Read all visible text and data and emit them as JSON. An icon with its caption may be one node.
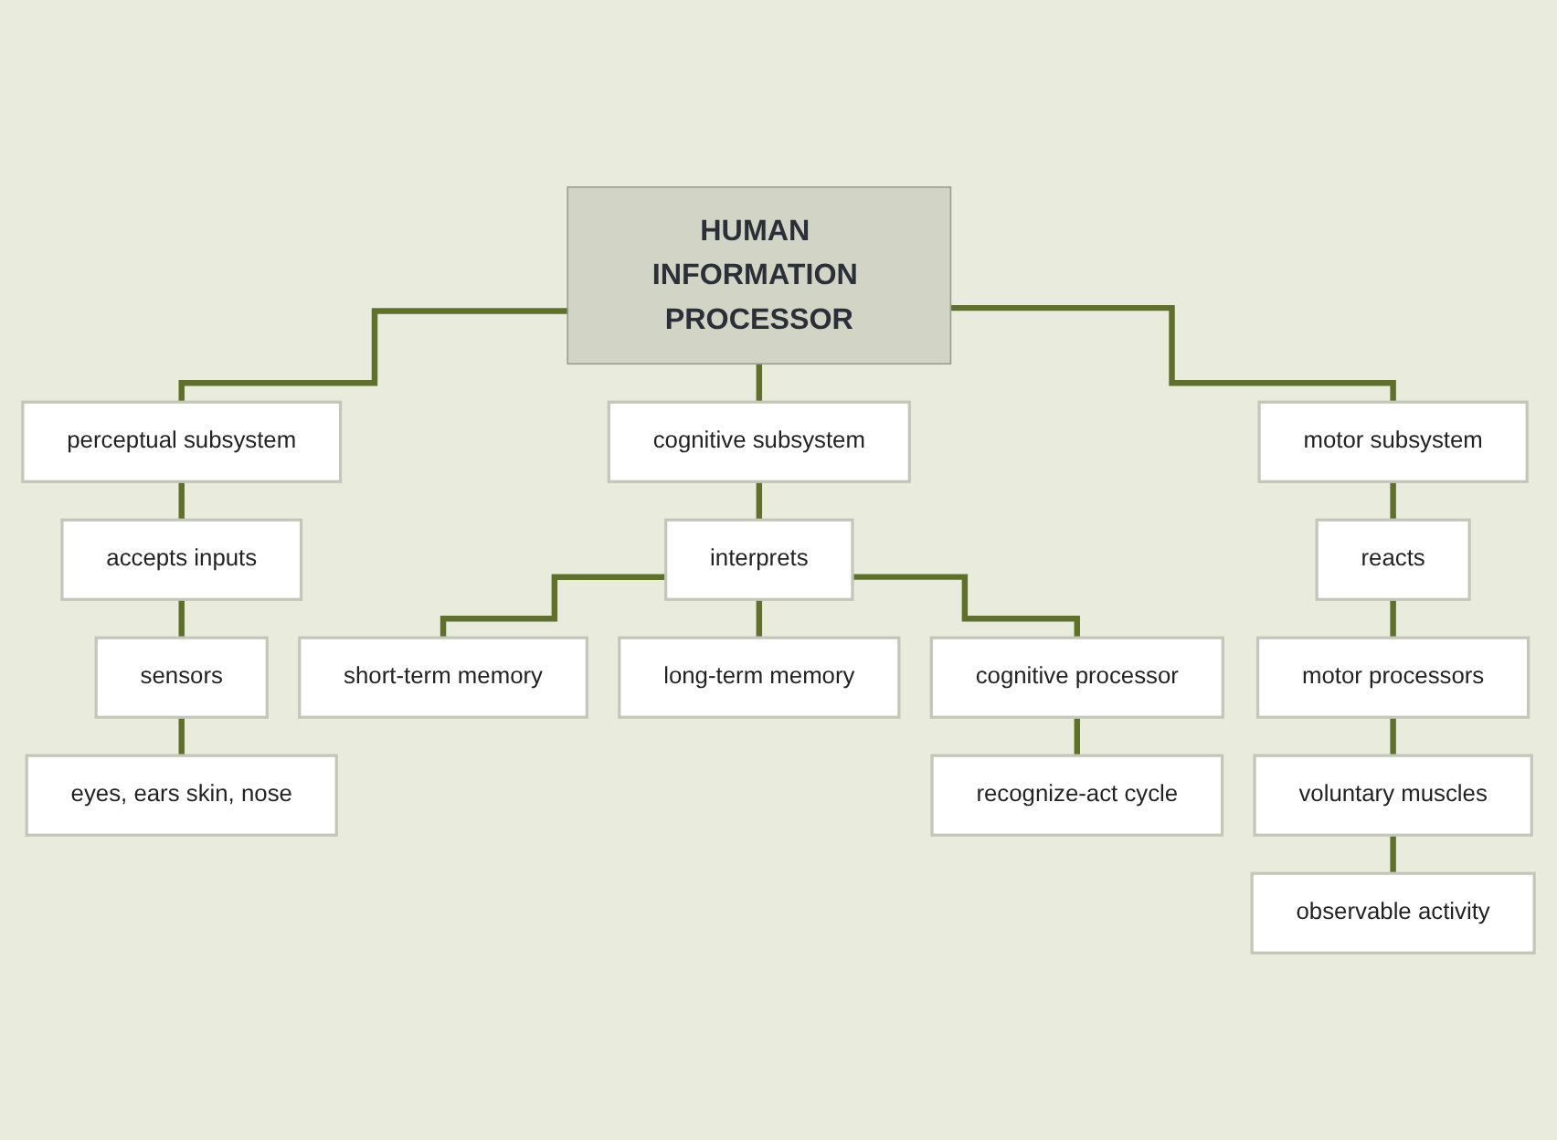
{
  "diagram": {
    "nodes": [
      {
        "text": [
          "HUMAN INFORMATION PROCESSOR"
        ]
      },
      {
        "text": [
          "perceptual subsystem"
        ]
      },
      {
        "text": [
          "cognitive subsystem"
        ]
      },
      {
        "text": [
          "motor subsystem"
        ]
      },
      {
        "text": [
          "accepts inputs"
        ]
      },
      {
        "text": [
          "sensors"
        ]
      },
      {
        "text": [
          "eyes, ears skin, nose"
        ]
      },
      {
        "text": [
          "interprets"
        ]
      },
      {
        "text": [
          "short-term memory"
        ]
      },
      {
        "text": [
          "long-term memory"
        ]
      },
      {
        "text": [
          "cognitive processor"
        ]
      },
      {
        "text": [
          "recognize-act cycle"
        ]
      },
      {
        "text": [
          "reacts"
        ]
      },
      {
        "text": [
          "motor processors"
        ]
      },
      {
        "text": [
          "voluntary muscles"
        ]
      },
      {
        "text": [
          "observable activity"
        ]
      }
    ],
    "edges": [
      {
        "from": 0,
        "to": 1,
        "arrow": "none"
      },
      {
        "from": 0,
        "to": 2,
        "arrow": "none"
      },
      {
        "from": 0,
        "to": 3,
        "arrow": "none"
      },
      {
        "from": 1,
        "to": 4,
        "arrow": "none"
      },
      {
        "from": 4,
        "to": 5,
        "arrow": "none"
      },
      {
        "from": 5,
        "to": 6,
        "arrow": "none"
      },
      {
        "from": 2,
        "to": 7,
        "arrow": "none"
      },
      {
        "from": 7,
        "to": 8,
        "arrow": "none"
      },
      {
        "from": 7,
        "to": 9,
        "arrow": "none"
      },
      {
        "from": 7,
        "to": 10,
        "arrow": "none"
      },
      {
        "from": 10,
        "to": 11,
        "arrow": "none"
      },
      {
        "from": 3,
        "to": 12,
        "arrow": "none"
      },
      {
        "from": 12,
        "to": 13,
        "arrow": "none"
      },
      {
        "from": 13,
        "to": 14,
        "arrow": "none"
      },
      {
        "from": 14,
        "to": 15,
        "arrow": "none"
      }
    ]
  }
}
